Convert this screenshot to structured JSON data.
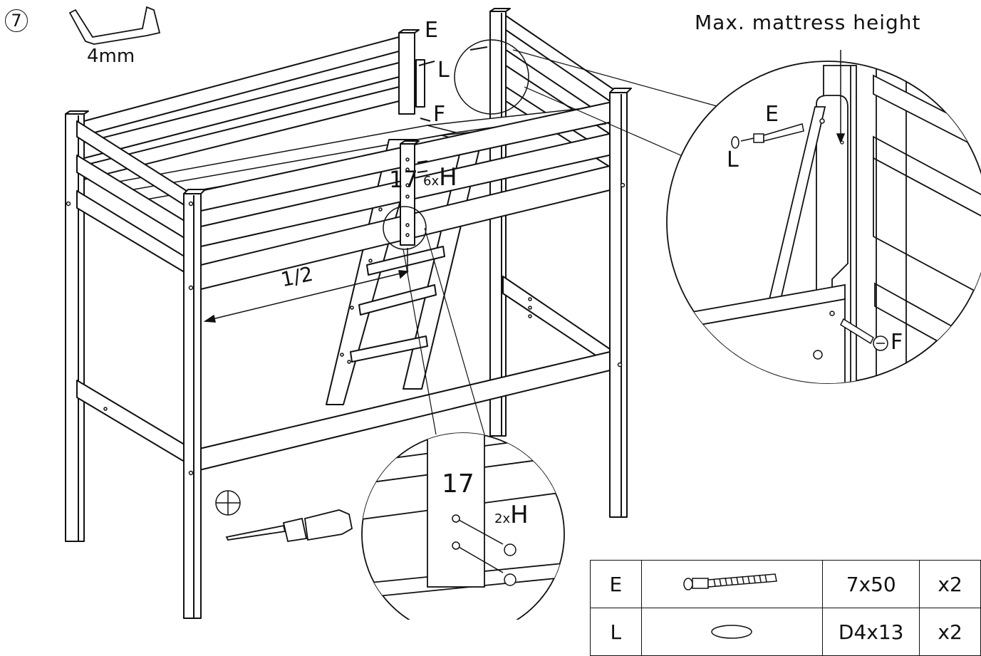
{
  "step": {
    "number": "7"
  },
  "tool": {
    "hex_key_size": "4mm",
    "hex_key_icon": "hex-key-icon",
    "screwdriver_icon": "phillips-screwdriver-icon",
    "phillips_symbol_icon": "phillips-head-symbol-icon"
  },
  "labels": {
    "max_mattress_height": "Max. mattress height",
    "E_main": "E",
    "L_main": "L",
    "F_main": "F",
    "part_17_main": "17",
    "qty_6xH_prefix": "6x",
    "qty_6xH_letter": "H",
    "half_fraction": "1/2",
    "E_detail": "E",
    "L_detail": "L",
    "F_detail": "F",
    "part_17_detail": "17",
    "qty_2xH_prefix": "2x",
    "qty_2xH_letter": "H"
  },
  "parts_table": {
    "rows": [
      {
        "letter": "E",
        "icon": "screw-with-plug-icon",
        "size": "7x50",
        "qty": "x2"
      },
      {
        "letter": "L",
        "icon": "cap-cover-icon",
        "size": "D4x13",
        "qty": "x2"
      }
    ]
  },
  "colors": {
    "line": "#111111",
    "background": "#ffffff"
  }
}
